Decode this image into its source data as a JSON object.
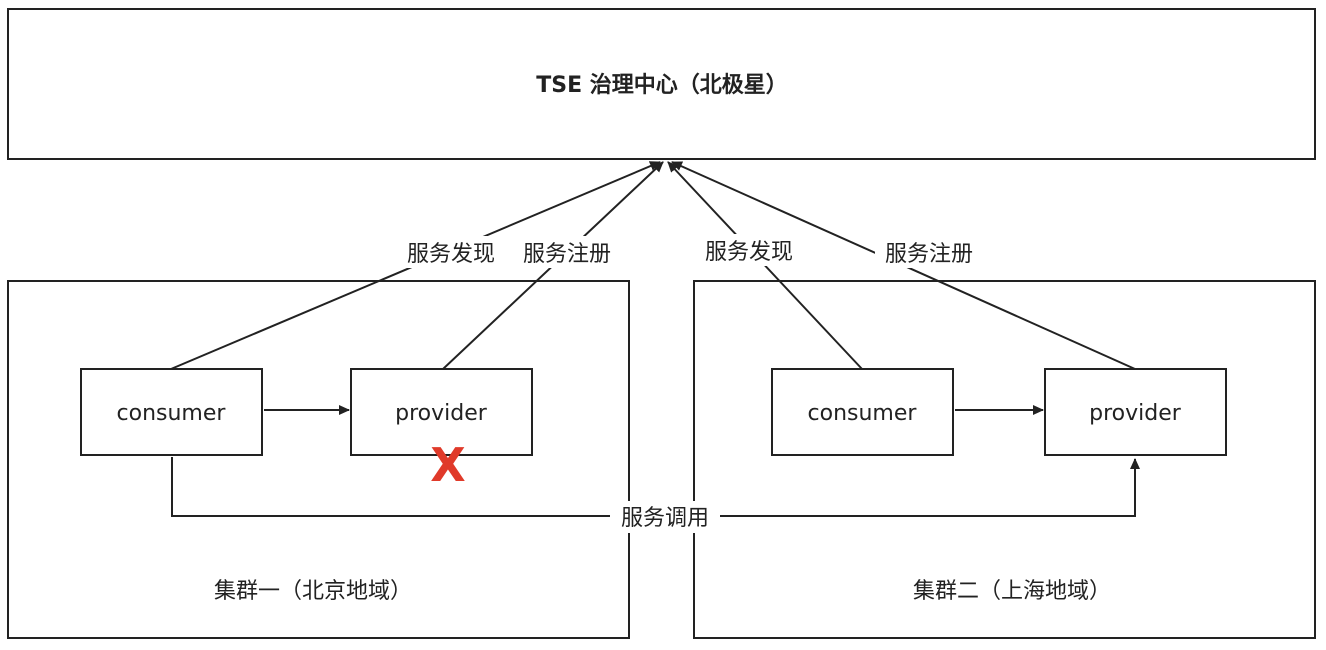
{
  "governance_center": {
    "title": "TSE 治理中心（北极星）"
  },
  "clusters": [
    {
      "label": "集群一（北京地域）",
      "consumer": "consumer",
      "provider": "provider",
      "provider_status": "X"
    },
    {
      "label": "集群二（上海地域）",
      "consumer": "consumer",
      "provider": "provider"
    }
  ],
  "edges": {
    "c1_discover": "服务发现",
    "c1_register": "服务注册",
    "c2_discover": "服务发现",
    "c2_register": "服务注册",
    "cross_invoke": "服务调用"
  },
  "colors": {
    "stroke": "#222222",
    "fail_mark": "#e03a2a"
  }
}
